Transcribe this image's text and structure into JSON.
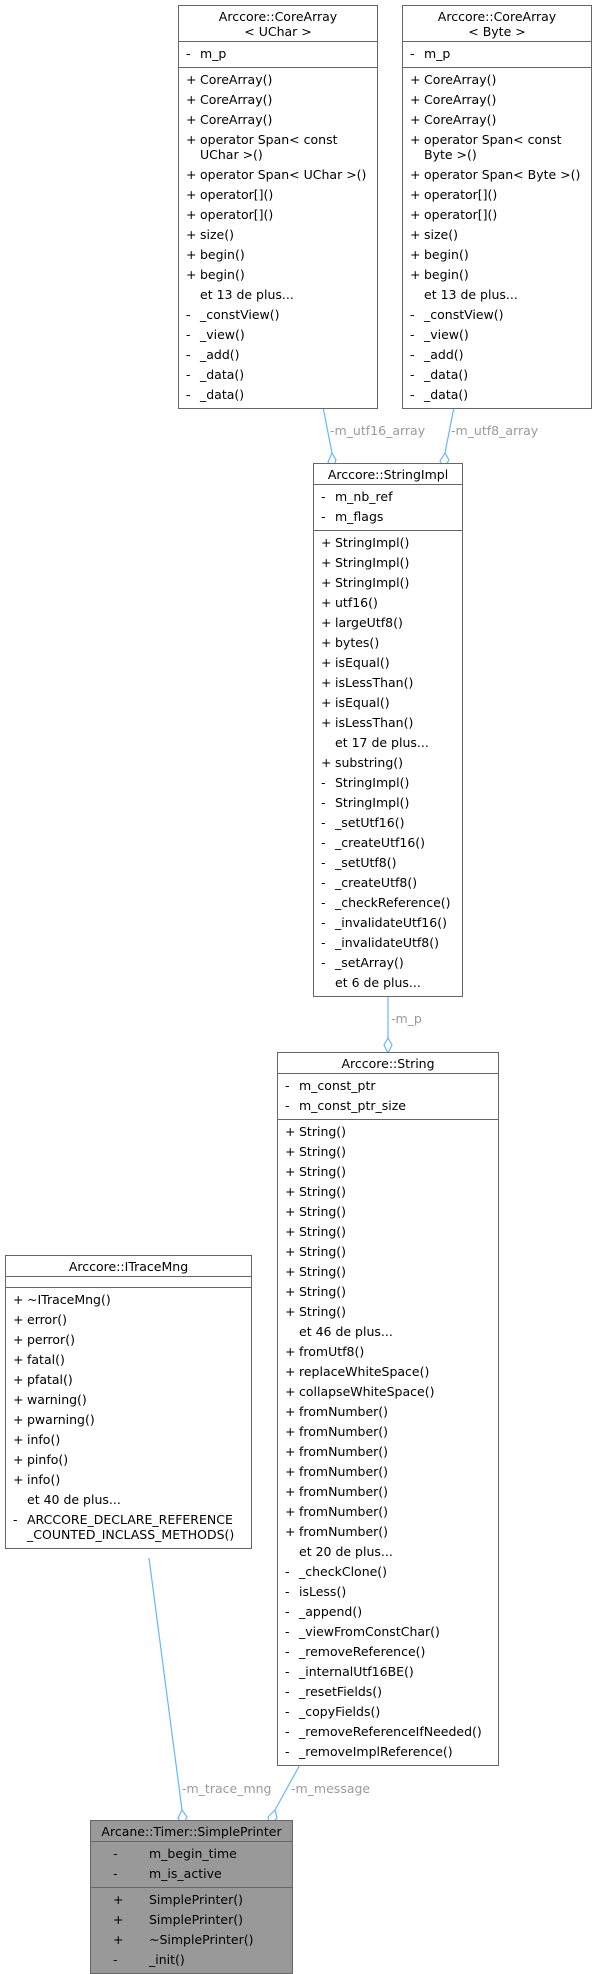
{
  "nodes": {
    "core_uchar": {
      "title": "Arccore::CoreArray\n< UChar >",
      "attrs": [
        {
          "v": "-",
          "n": "m_p"
        }
      ],
      "methods": [
        {
          "v": "+",
          "n": "CoreArray()"
        },
        {
          "v": "+",
          "n": "CoreArray()"
        },
        {
          "v": "+",
          "n": "CoreArray()"
        },
        {
          "v": "+",
          "n": "operator Span< const\n UChar >()"
        },
        {
          "v": "+",
          "n": "operator Span< UChar >()"
        },
        {
          "v": "+",
          "n": "operator[]()"
        },
        {
          "v": "+",
          "n": "operator[]()"
        },
        {
          "v": "+",
          "n": "size()"
        },
        {
          "v": "+",
          "n": "begin()"
        },
        {
          "v": "+",
          "n": "begin()"
        },
        {
          "v": "",
          "n": "et 13 de plus..."
        },
        {
          "v": "-",
          "n": "_constView()"
        },
        {
          "v": "-",
          "n": "_view()"
        },
        {
          "v": "-",
          "n": "_add()"
        },
        {
          "v": "-",
          "n": "_data()"
        },
        {
          "v": "-",
          "n": "_data()"
        }
      ]
    },
    "core_byte": {
      "title": "Arccore::CoreArray\n< Byte >",
      "attrs": [
        {
          "v": "-",
          "n": "m_p"
        }
      ],
      "methods": [
        {
          "v": "+",
          "n": "CoreArray()"
        },
        {
          "v": "+",
          "n": "CoreArray()"
        },
        {
          "v": "+",
          "n": "CoreArray()"
        },
        {
          "v": "+",
          "n": "operator Span< const\n Byte >()"
        },
        {
          "v": "+",
          "n": "operator Span< Byte >()"
        },
        {
          "v": "+",
          "n": "operator[]()"
        },
        {
          "v": "+",
          "n": "operator[]()"
        },
        {
          "v": "+",
          "n": "size()"
        },
        {
          "v": "+",
          "n": "begin()"
        },
        {
          "v": "+",
          "n": "begin()"
        },
        {
          "v": "",
          "n": "et 13 de plus..."
        },
        {
          "v": "-",
          "n": "_constView()"
        },
        {
          "v": "-",
          "n": "_view()"
        },
        {
          "v": "-",
          "n": "_add()"
        },
        {
          "v": "-",
          "n": "_data()"
        },
        {
          "v": "-",
          "n": "_data()"
        }
      ]
    },
    "string_impl": {
      "title": "Arccore::StringImpl",
      "attrs": [
        {
          "v": "-",
          "n": "m_nb_ref"
        },
        {
          "v": "-",
          "n": "m_flags"
        }
      ],
      "methods": [
        {
          "v": "+",
          "n": "StringImpl()"
        },
        {
          "v": "+",
          "n": "StringImpl()"
        },
        {
          "v": "+",
          "n": "StringImpl()"
        },
        {
          "v": "+",
          "n": "utf16()"
        },
        {
          "v": "+",
          "n": "largeUtf8()"
        },
        {
          "v": "+",
          "n": "bytes()"
        },
        {
          "v": "+",
          "n": "isEqual()"
        },
        {
          "v": "+",
          "n": "isLessThan()"
        },
        {
          "v": "+",
          "n": "isEqual()"
        },
        {
          "v": "+",
          "n": "isLessThan()"
        },
        {
          "v": "",
          "n": "et 17 de plus..."
        },
        {
          "v": "+",
          "n": "substring()"
        },
        {
          "v": "-",
          "n": "StringImpl()"
        },
        {
          "v": "-",
          "n": "StringImpl()"
        },
        {
          "v": "-",
          "n": "_setUtf16()"
        },
        {
          "v": "-",
          "n": "_createUtf16()"
        },
        {
          "v": "-",
          "n": "_setUtf8()"
        },
        {
          "v": "-",
          "n": "_createUtf8()"
        },
        {
          "v": "-",
          "n": "_checkReference()"
        },
        {
          "v": "-",
          "n": "_invalidateUtf16()"
        },
        {
          "v": "-",
          "n": "_invalidateUtf8()"
        },
        {
          "v": "-",
          "n": "_setArray()"
        },
        {
          "v": "",
          "n": "et 6 de plus..."
        }
      ]
    },
    "string": {
      "title": "Arccore::String",
      "attrs": [
        {
          "v": "-",
          "n": "m_const_ptr"
        },
        {
          "v": "-",
          "n": "m_const_ptr_size"
        }
      ],
      "methods": [
        {
          "v": "+",
          "n": "String()"
        },
        {
          "v": "+",
          "n": "String()"
        },
        {
          "v": "+",
          "n": "String()"
        },
        {
          "v": "+",
          "n": "String()"
        },
        {
          "v": "+",
          "n": "String()"
        },
        {
          "v": "+",
          "n": "String()"
        },
        {
          "v": "+",
          "n": "String()"
        },
        {
          "v": "+",
          "n": "String()"
        },
        {
          "v": "+",
          "n": "String()"
        },
        {
          "v": "+",
          "n": "String()"
        },
        {
          "v": "",
          "n": "et 46 de plus..."
        },
        {
          "v": "+",
          "n": "fromUtf8()"
        },
        {
          "v": "+",
          "n": "replaceWhiteSpace()"
        },
        {
          "v": "+",
          "n": "collapseWhiteSpace()"
        },
        {
          "v": "+",
          "n": "fromNumber()"
        },
        {
          "v": "+",
          "n": "fromNumber()"
        },
        {
          "v": "+",
          "n": "fromNumber()"
        },
        {
          "v": "+",
          "n": "fromNumber()"
        },
        {
          "v": "+",
          "n": "fromNumber()"
        },
        {
          "v": "+",
          "n": "fromNumber()"
        },
        {
          "v": "+",
          "n": "fromNumber()"
        },
        {
          "v": "",
          "n": "et 20 de plus..."
        },
        {
          "v": "-",
          "n": "_checkClone()"
        },
        {
          "v": "-",
          "n": "isLess()"
        },
        {
          "v": "-",
          "n": "_append()"
        },
        {
          "v": "-",
          "n": "_viewFromConstChar()"
        },
        {
          "v": "-",
          "n": "_removeReference()"
        },
        {
          "v": "-",
          "n": "_internalUtf16BE()"
        },
        {
          "v": "-",
          "n": "_resetFields()"
        },
        {
          "v": "-",
          "n": "_copyFields()"
        },
        {
          "v": "-",
          "n": "_removeReferenceIfNeeded()"
        },
        {
          "v": "-",
          "n": "_removeImplReference()"
        }
      ]
    },
    "itrace": {
      "title": "Arccore::ITraceMng",
      "attrs": [],
      "methods": [
        {
          "v": "+",
          "n": "~ITraceMng()"
        },
        {
          "v": "+",
          "n": "error()"
        },
        {
          "v": "+",
          "n": "perror()"
        },
        {
          "v": "+",
          "n": "fatal()"
        },
        {
          "v": "+",
          "n": "pfatal()"
        },
        {
          "v": "+",
          "n": "warning()"
        },
        {
          "v": "+",
          "n": "pwarning()"
        },
        {
          "v": "+",
          "n": "info()"
        },
        {
          "v": "+",
          "n": "pinfo()"
        },
        {
          "v": "+",
          "n": "info()"
        },
        {
          "v": "",
          "n": "et 40 de plus..."
        },
        {
          "v": "-",
          "n": "ARCCORE_DECLARE_REFERENCE\n_COUNTED_INCLASS_METHODS()"
        }
      ]
    },
    "printer": {
      "title": "Arcane::Timer::SimplePrinter",
      "attrs": [
        {
          "v": "-",
          "n": "m_begin_time"
        },
        {
          "v": "-",
          "n": "m_is_active"
        }
      ],
      "methods": [
        {
          "v": "+",
          "n": "SimplePrinter()"
        },
        {
          "v": "+",
          "n": "SimplePrinter()"
        },
        {
          "v": "+",
          "n": "~SimplePrinter()"
        },
        {
          "v": "-",
          "n": "_init()"
        }
      ]
    }
  },
  "edges": {
    "utf16": "-m_utf16_array",
    "utf8": "-m_utf8_array",
    "mp": "-m_p",
    "trace": "-m_trace_mng",
    "message": "-m_message"
  },
  "colors": {
    "edge": "#63b8ff",
    "label": "#9a9a9a",
    "focus_fill": "#999999",
    "border": "#666666"
  }
}
